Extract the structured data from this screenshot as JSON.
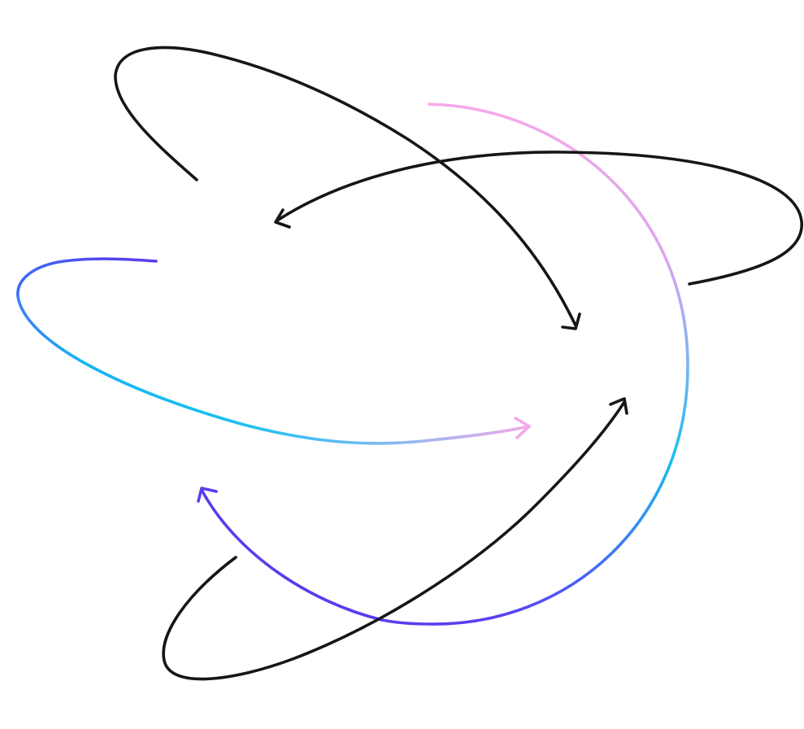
{
  "illustration": {
    "colors": {
      "background": "#ffffff",
      "ink": "#161616",
      "pink": "#f4a6e8",
      "violet": "#5a43ec",
      "indigo": "#5b3cf0",
      "cyan": "#14b8f0",
      "blue": "#3b82f6"
    },
    "arrows": [
      {
        "name": "loop-arrow-top-left",
        "color": "ink",
        "direction": "down-right"
      },
      {
        "name": "loop-arrow-top-right",
        "color": "ink",
        "direction": "left"
      },
      {
        "name": "gradient-arc-right",
        "color": "pink-to-violet",
        "direction": "none"
      },
      {
        "name": "loop-arrow-left-gradient",
        "color": "violet-cyan-pink",
        "direction": "right"
      },
      {
        "name": "curve-arrow-bottom-violet",
        "color": "violet",
        "direction": "up-left"
      },
      {
        "name": "loop-arrow-bottom-ink",
        "color": "ink",
        "direction": "up-right"
      }
    ]
  }
}
